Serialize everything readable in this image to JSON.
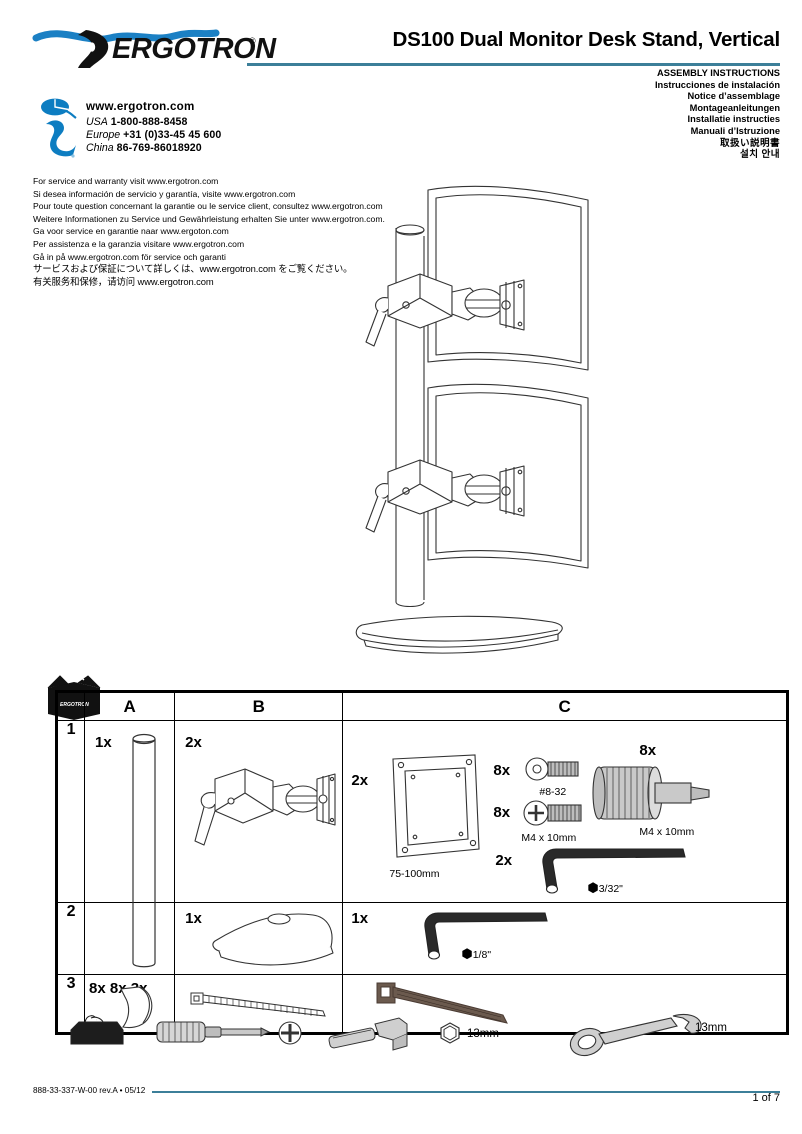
{
  "header": {
    "logo_text": "ERGOTRON",
    "logo_registered": "®",
    "title": "DS100 Dual Monitor Desk Stand, Vertical",
    "rule_color": "#3c7f99",
    "assembly_instructions": [
      "ASSEMBLY INSTRUCTIONS",
      "Instrucciones de instalación",
      "Notice d’assemblage",
      "Montageanleitungen",
      "Installatie instructies",
      "Manuali d’Istruzione",
      "取扱い説明書",
      "설치 안내"
    ]
  },
  "contact": {
    "icon_color": "#0d7dc1",
    "website": "www.ergotron.com",
    "phones": [
      {
        "region": "USA",
        "number": "1-800-888-8458"
      },
      {
        "region": "Europe",
        "number": "+31 (0)33-45 45 600"
      },
      {
        "region": "China",
        "number": "86-769-86018920"
      }
    ]
  },
  "service_notices": [
    "For service and warranty visit www.ergotron.com",
    "Si desea información de servicio y garantía, visite www.ergotron.com",
    "Pour toute question concernant la garantie ou le service client, consultez www.ergotron.com",
    "Weitere Informationen zu Service und Gewährleistung erhalten Sie unter www.ergotron.com.",
    "Ga voor service en garantie naar www.ergoton.com",
    "Per assistenza e la garanzia visitare www.ergotron.com",
    "Gå in på www.ergotron.com för service och garanti",
    "サービスおよび保証について詳しくは、www.ergotron.com をご覧ください。",
    "有关服务和保修，请访问 www.ergotron.com"
  ],
  "parts_table": {
    "columns": [
      "A",
      "B",
      "C"
    ],
    "rows": [
      {
        "index": "1",
        "a": {
          "qty": "1x",
          "part": "pole"
        },
        "b": {
          "qty": "2x",
          "part": "monitor-pivot-arm"
        },
        "c": {
          "items": [
            {
              "qty": "2x",
              "part": "vesa-plate",
              "label": "75-100mm"
            },
            {
              "qty": "8x",
              "part": "socket-screw",
              "label": "#8-32"
            },
            {
              "qty": "8x",
              "part": "phillips-screw",
              "label": "M4 x 10mm"
            },
            {
              "qty": "8x",
              "part": "thumb-screw",
              "label": "M4 x 10mm"
            },
            {
              "qty": "2x",
              "part": "allen-wrench",
              "label": "3/32\""
            }
          ]
        }
      },
      {
        "index": "2",
        "a": {
          "qty": "",
          "part": "pole-continued"
        },
        "b": {
          "qty": "1x",
          "part": "desk-base"
        },
        "c": {
          "items": [
            {
              "qty": "1x",
              "part": "allen-wrench",
              "label": "1/8\""
            }
          ]
        }
      },
      {
        "index": "3",
        "a": {
          "qty": "8x 8x 3x",
          "part": "cable-clip"
        },
        "b": {
          "qty": "",
          "part": "cable-tie"
        },
        "c": {
          "items": [
            {
              "qty": "",
              "part": "hook-loop-strap",
              "label": ""
            }
          ]
        }
      }
    ]
  },
  "tools": [
    {
      "name": "hand-tools-tray",
      "label": ""
    },
    {
      "name": "phillips-screwdriver",
      "label": ""
    },
    {
      "name": "phillips-head-symbol",
      "label": ""
    },
    {
      "name": "socket-wrench",
      "label": "13mm"
    },
    {
      "name": "combination-wrench",
      "label": "13mm"
    }
  ],
  "footer": {
    "document_id": "888-33-337-W-00 rev.A • 05/12",
    "page": "1 of 7",
    "rule_color": "#3c7f99"
  }
}
